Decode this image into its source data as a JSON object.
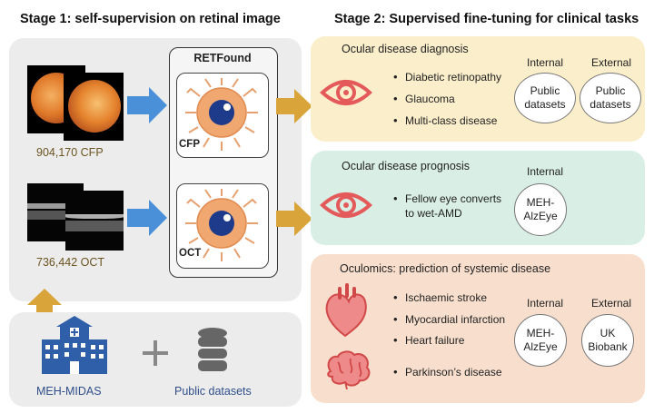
{
  "stage1": {
    "title": "Stage 1: self-supervision on retinal image",
    "cfp_caption": "904,170 CFP",
    "oct_caption": "736,442 OCT",
    "model": {
      "title": "RETFound",
      "cfp_label": "CFP",
      "oct_label": "OCT"
    },
    "sources": {
      "meh_label": "MEH-MIDAS",
      "public_label": "Public datasets"
    }
  },
  "stage2": {
    "title": "Stage 2: Supervised fine-tuning for clinical tasks",
    "diagnosis": {
      "title": "Ocular disease diagnosis",
      "items": [
        "Diabetic retinopathy",
        "Glaucoma",
        "Multi-class disease"
      ],
      "internal_header": "Internal",
      "external_header": "External",
      "internal_dataset": "Public datasets",
      "external_dataset": "Public datasets"
    },
    "prognosis": {
      "title": "Ocular disease prognosis",
      "items": [
        "Fellow eye converts to wet-AMD"
      ],
      "internal_header": "Internal",
      "internal_dataset": "MEH-AlzEye"
    },
    "oculomics": {
      "title": "Oculomics: prediction of systemic disease",
      "items": [
        "Ischaemic stroke",
        "Myocardial infarction",
        "Heart failure",
        "Parkinson’s disease"
      ],
      "internal_header": "Internal",
      "external_header": "External",
      "internal_dataset": "MEH-AlzEye",
      "external_dataset": "UK Biobank"
    }
  },
  "colors": {
    "arrow_blue": "#4a90d9",
    "arrow_gold": "#d9a53a",
    "eye_red": "#e45a5a",
    "building_blue": "#2f5fa8",
    "diagnosis_bg": "#fbeecb",
    "prognosis_bg": "#d9efe6",
    "oculomics_bg": "#f8dfcd"
  }
}
